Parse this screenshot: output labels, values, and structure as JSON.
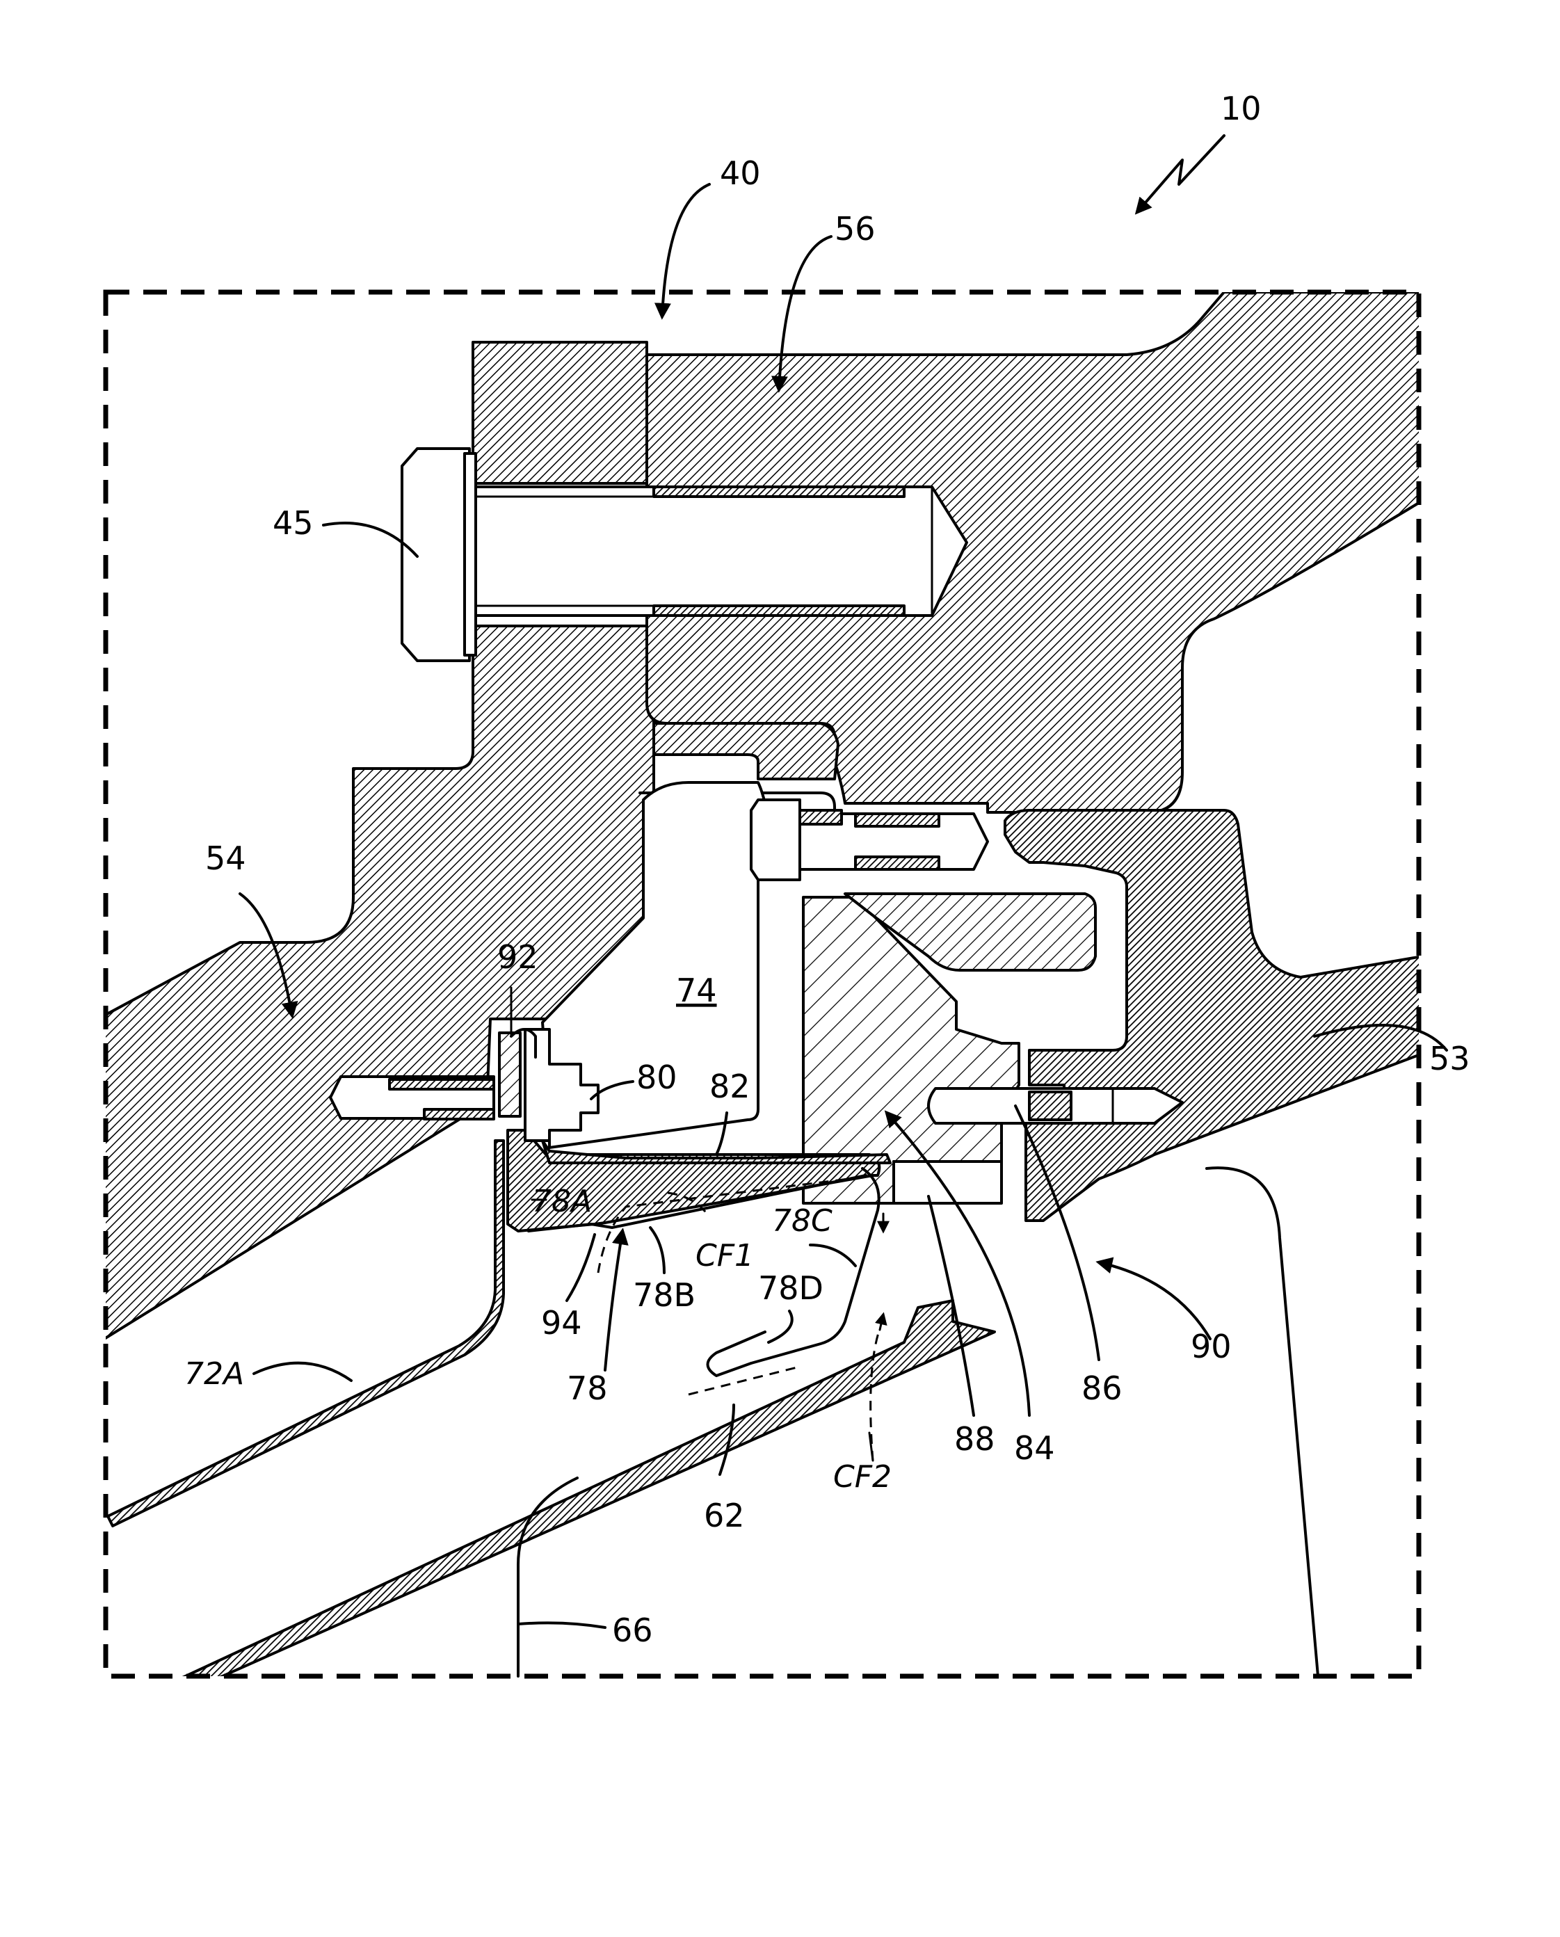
{
  "figure": {
    "labels": {
      "l10": "10",
      "l40": "40",
      "l56": "56",
      "l45": "45",
      "l54": "54",
      "l92": "92",
      "l74": "74",
      "l80": "80",
      "l82": "82",
      "l53": "53",
      "l78A": "78A",
      "l78C": "78C",
      "lCF1": "CF1",
      "l78B": "78B",
      "l78D": "78D",
      "l94": "94",
      "l78": "78",
      "l72A": "72A",
      "l88": "88",
      "l84": "84",
      "l86": "86",
      "l90": "90",
      "lCF2": "CF2",
      "l62": "62",
      "l66": "66"
    }
  }
}
